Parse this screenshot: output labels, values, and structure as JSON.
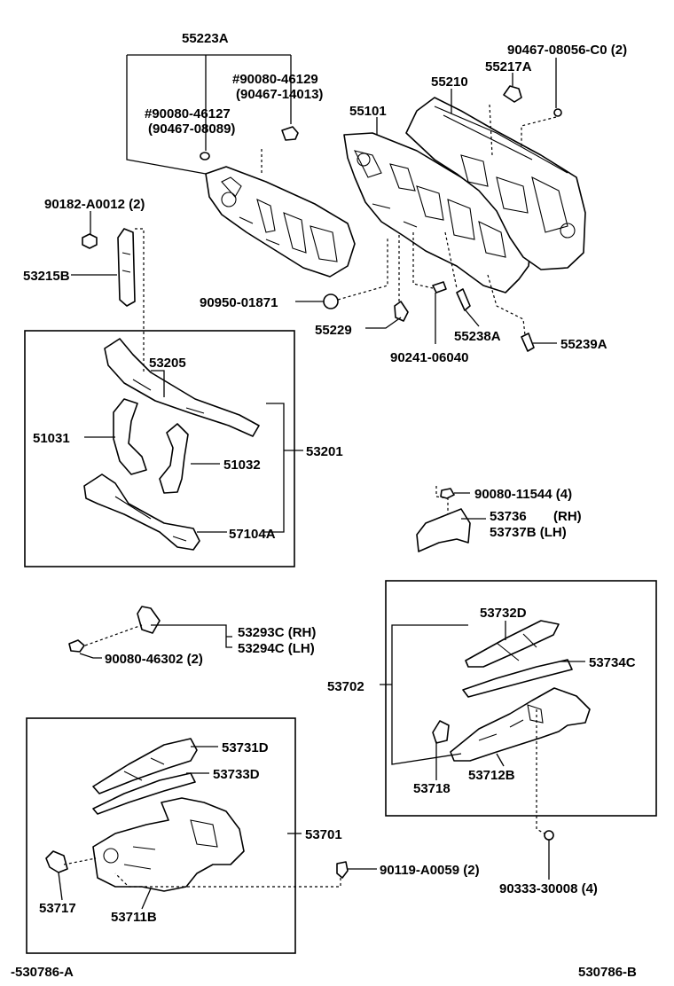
{
  "labels": {
    "p55223a": "55223A",
    "p90080_46129": "#90080-46129",
    "p90467_14013": "(90467-14013)",
    "p90080_46127": "#90080-46127",
    "p90467_08089": "(90467-08089)",
    "p90467_08056": "90467-08056-C0 (2)",
    "p55217a": "55217A",
    "p55210": "55210",
    "p55101": "55101",
    "p90182": "90182-A0012 (2)",
    "p53215b": "53215B",
    "p90950": "90950-01871",
    "p55229": "55229",
    "p55238a": "55238A",
    "p55239a": "55239A",
    "p90241": "90241-06040",
    "p53205": "53205",
    "p51031": "51031",
    "p51032": "51032",
    "p53201": "53201",
    "p57104a": "57104A",
    "p90080_11544": "90080-11544 (4)",
    "p53736": "53736",
    "p53736_rh": "(RH)",
    "p53737b": "53737B (LH)",
    "p53293c": "53293C (RH)",
    "p53294c": "53294C (LH)",
    "p90080_46302": "90080-46302 (2)",
    "p53732d": "53732D",
    "p53734c": "53734C",
    "p53702": "53702",
    "p53718": "53718",
    "p53712b": "53712B",
    "p53731d": "53731D",
    "p53733d": "53733D",
    "p53701": "53701",
    "p53717": "53717",
    "p53711b": "53711B",
    "p90119": "90119-A0059 (2)",
    "p90333": "90333-30008 (4)",
    "ref_left": "-530786-A",
    "ref_right": "530786-B"
  }
}
